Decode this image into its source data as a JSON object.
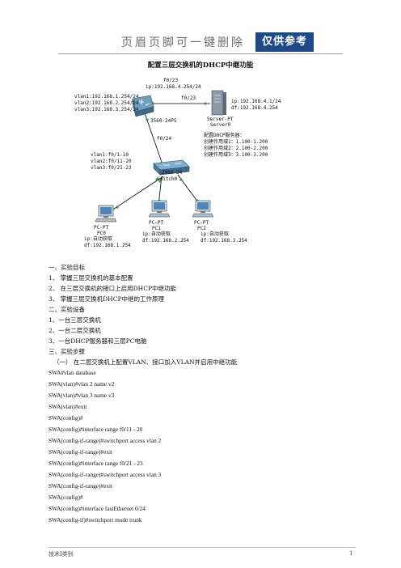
{
  "header": {
    "text": "页眉页脚可一键删除",
    "badge": "仅供参考"
  },
  "title": "配置三层交换机的DHCP中继功能",
  "topology": {
    "multilayer_switch": {
      "label": "3560-24PS"
    },
    "switch": {
      "label_model": "2960-24",
      "label_name": "Switch0"
    },
    "server": {
      "label_model": "Server-PT",
      "label_name": "Server0",
      "ip": "ip:192.168.4.1/24",
      "gw": "df:192.168.4.254"
    },
    "pcs": [
      {
        "model": "PC-PT",
        "name": "PC0",
        "ip": "ip:自动获取",
        "gw": "df:192.168.1.254"
      },
      {
        "model": "PC-PT",
        "name": "PC1",
        "ip": "ip:自动获取",
        "gw": "df:192.168.2.254"
      },
      {
        "model": "PC-PT",
        "name": "PC2",
        "ip": "ip:自动获取",
        "gw": "df:192.168.3.254"
      }
    ],
    "mls_port_top": "f0/23",
    "mls_ip_top": "ip:192.168.4.254/24",
    "link_port_right": "f0/23",
    "link_port_down": "f0/24",
    "mls_vlans": [
      "vlan1:192.168.1.254/24",
      "vlan2:192.168.2.254/24",
      "vlan3:192.168.3.254/24"
    ],
    "sw_vlans": [
      "vlan1:f0/1-10",
      "vlan2:f0/11-20",
      "vlan3:f0/21-23"
    ],
    "dhcp_note": [
      "配置DHCP服务器：",
      "创建作用域1：1.100-1.200",
      "创建作用域2：2.100-2.200",
      "创建作用域3：3.100-3.200"
    ]
  },
  "body_lines": [
    "一、实验目标",
    "1、 掌握三层交换机的基本配置",
    "2、 在三层交换机的接口上启用DHCP中继功能",
    "3、 掌握三层交换机DHCP中继的工作原理",
    "二、实验设备",
    "1、一台三层交换机",
    "2、一台二层交换机",
    "3、一台DHCP服务器和三层PC电脑",
    "三、实验步骤",
    "（一）   在二层交换机上配置VLAN、接口加入VLAN并启用中继功能",
    "SWA#vlan database",
    "SWA(vlan)#vlan 2 name v2",
    "SWA(vlan)#vlan 3 name v3",
    "SWA(vlan)#exit",
    "SWA(config)#",
    "SWA(config)#interface range f0/11 - 20",
    "SWA(config-if-range)#switchport access vlan 2",
    "SWA(config-if-range)#exit",
    "SWA(config)#interface range f0/21 - 23",
    "SWA(config-if-range)#switchport access vlan 3",
    "SWA(config-if-range)#exit",
    "SWA(config)#",
    "SWA(config)#interface fastEthernet 0/24",
    "SWA(config-if)#switchport mode trunk"
  ],
  "footer": {
    "left": "技术I类别",
    "page": "1"
  }
}
